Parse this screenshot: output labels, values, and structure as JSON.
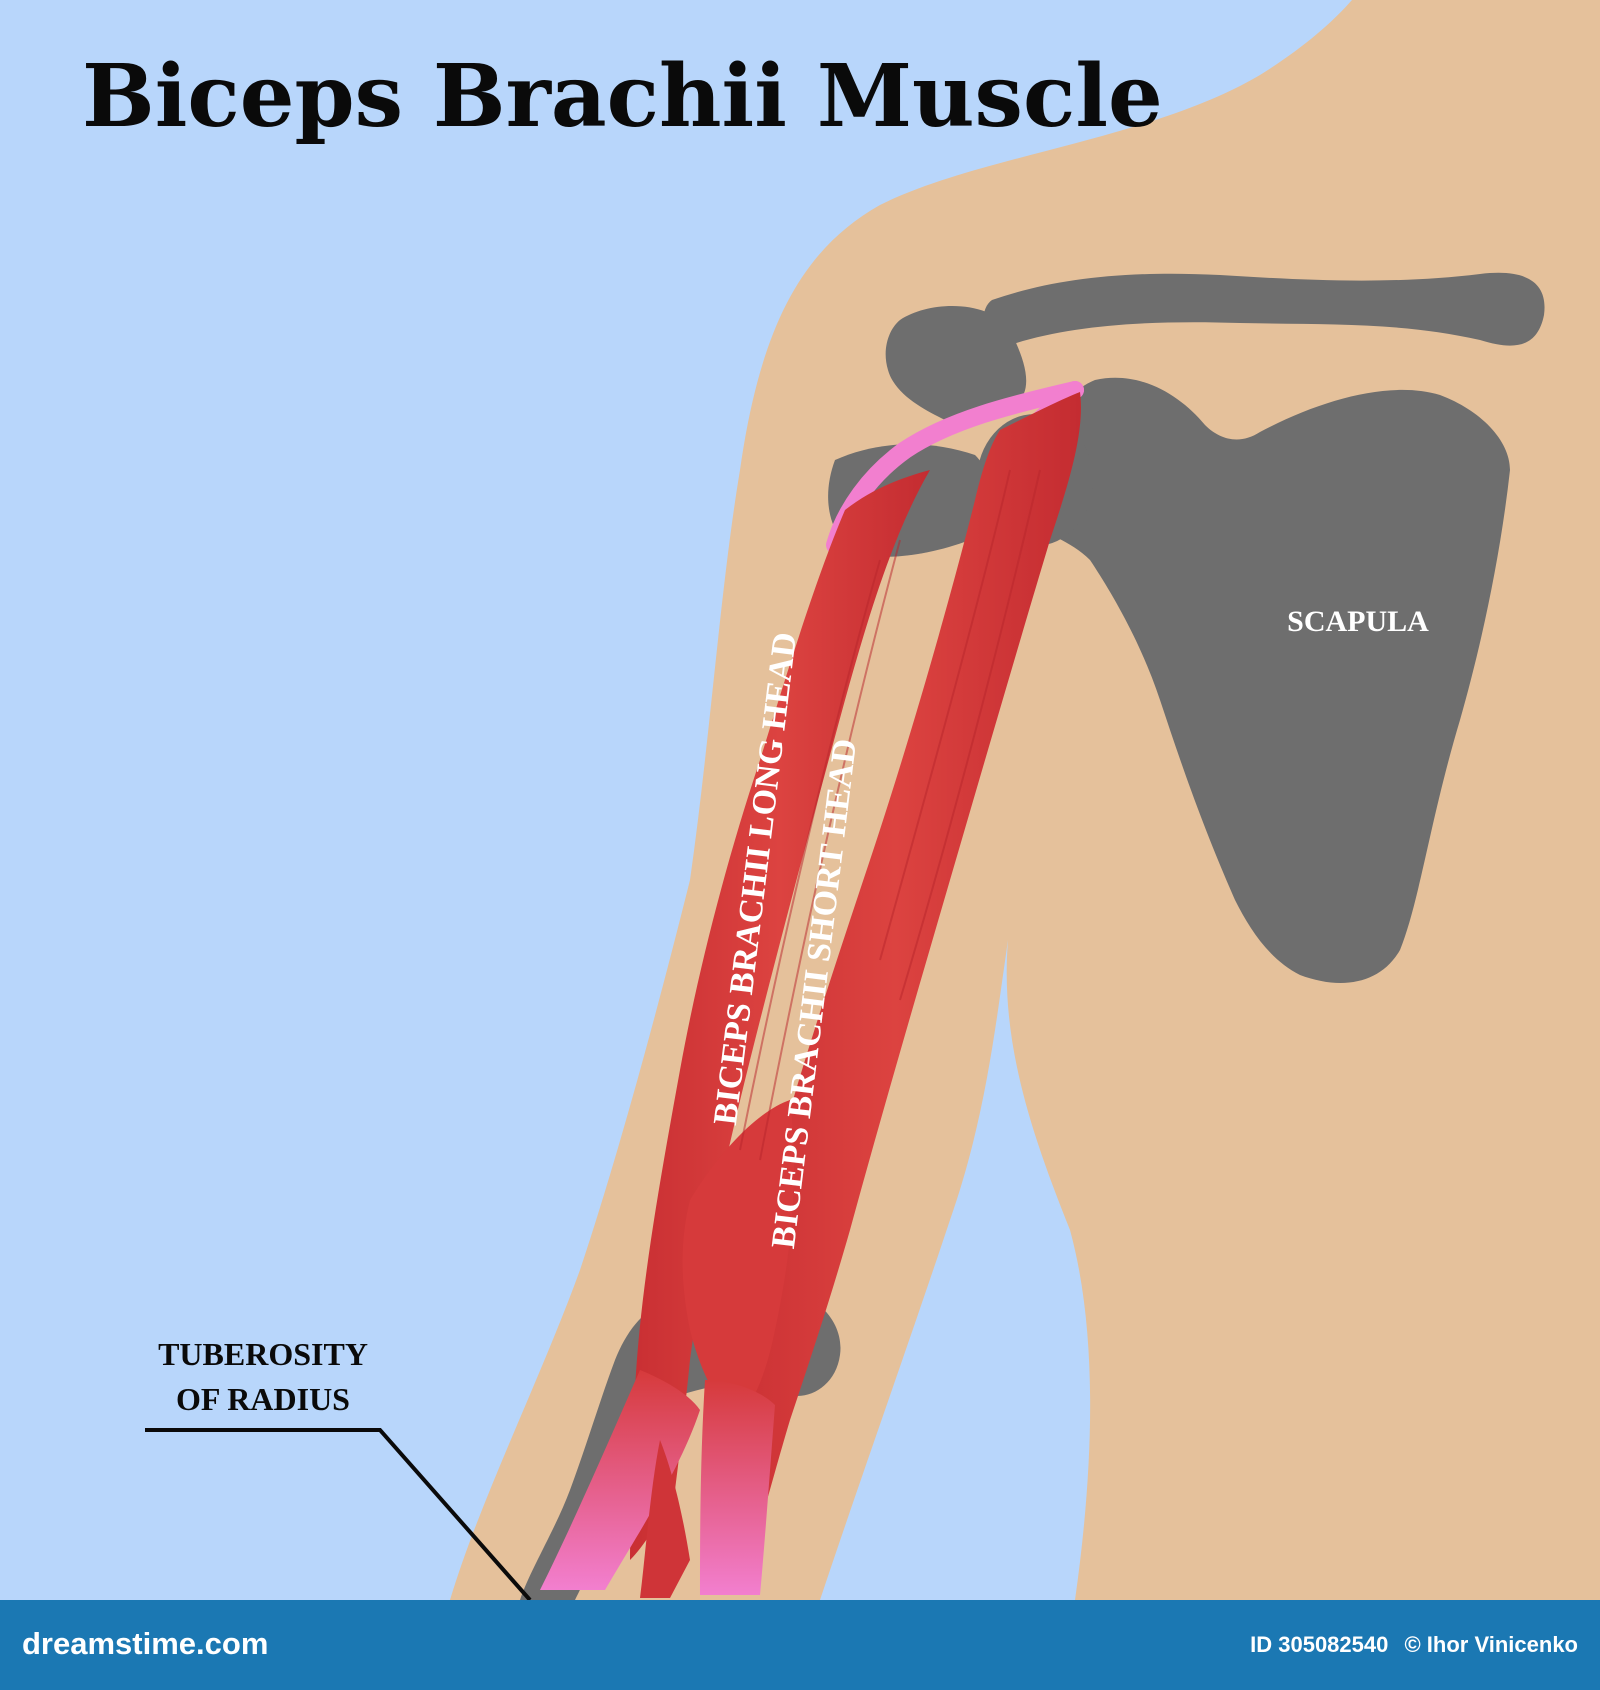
{
  "title": "Biceps Brachii Muscle",
  "labels": {
    "long_head": "BICEPS BRACHII LONG HEAD",
    "short_head": "BICEPS BRACHII SHORT HEAD",
    "scapula": "SCAPULA",
    "tuberosity_line1": "TUBEROSITY",
    "tuberosity_line2": "OF RADIUS"
  },
  "footer": {
    "brand": "dreamstime.com",
    "id": "ID 305082540",
    "author": "© Ihor Vinicenko"
  },
  "colors": {
    "background": "#b8d6fb",
    "skin": "#e5c19b",
    "bone": "#6e6e6e",
    "muscle": "#d63a3b",
    "tendon": "#f27fcf",
    "footer": "#1b78b3"
  }
}
